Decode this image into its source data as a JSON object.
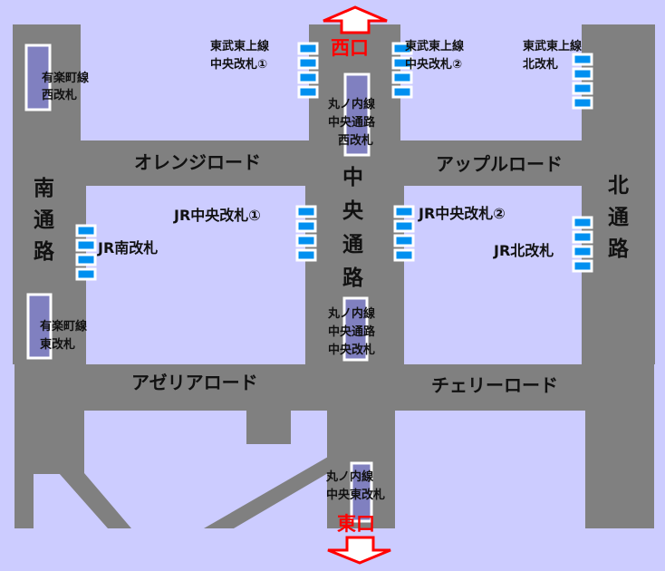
{
  "colors": {
    "background": "#ccccff",
    "corridor": "#808080",
    "gate": "#0090f0",
    "platform": "#8080c0",
    "exit": "#ff0000"
  },
  "exits": {
    "west": "西口",
    "east": "東口"
  },
  "roads": {
    "orange": "オレンジロード",
    "apple": "アップルロード",
    "azalea": "アゼリアロード",
    "cherry": "チェリーロード",
    "south": [
      "南",
      "通",
      "路"
    ],
    "central": [
      "中",
      "央",
      "通",
      "路"
    ],
    "north": [
      "北",
      "通",
      "路"
    ]
  },
  "gates": {
    "yurakucho_west": [
      "有楽町線",
      "西改札"
    ],
    "tobu_central_1": [
      "東武東上線",
      "中央改札①"
    ],
    "marunouchi_west": [
      "丸ノ内線",
      "中央通路",
      "西改札"
    ],
    "tobu_central_2": [
      "東武東上線",
      "中央改札②"
    ],
    "tobu_north": [
      "東武東上線",
      "北改札"
    ],
    "jr_central_1": "JR中央改札①",
    "jr_central_2": "JR中央改札②",
    "jr_south": "JR南改札",
    "jr_north": "JR北改札",
    "yurakucho_east": [
      "有楽町線",
      "東改札"
    ],
    "marunouchi_central": [
      "丸ノ内線",
      "中央通路",
      "中央改札"
    ],
    "marunouchi_east": [
      "丸ノ内線",
      "中央東改札"
    ]
  }
}
